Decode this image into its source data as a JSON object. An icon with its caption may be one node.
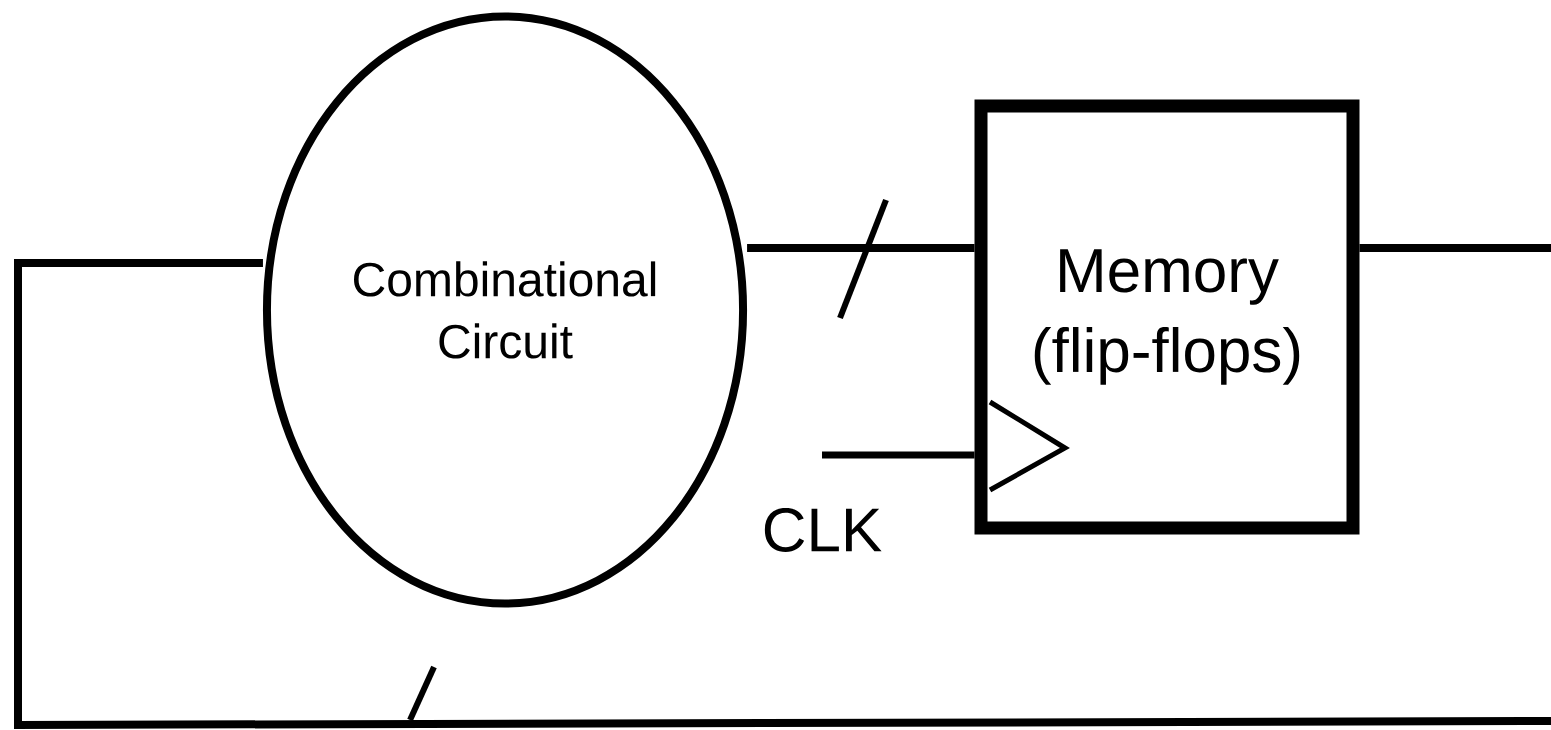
{
  "diagram": {
    "nodes": [
      {
        "text": [
          "Combinational Circuit"
        ]
      },
      {
        "text": [
          "Memory (flip-flops)"
        ]
      },
      {
        "text": [
          "CLK"
        ]
      }
    ],
    "edges": [
      {
        "from": 0,
        "to": 1,
        "arrow": "none"
      },
      {
        "from": 2,
        "to": 1,
        "arrow": "none"
      },
      {
        "from": 1,
        "to": null,
        "arrow": "none"
      },
      {
        "from": null,
        "to": 0,
        "arrow": "none"
      }
    ]
  }
}
